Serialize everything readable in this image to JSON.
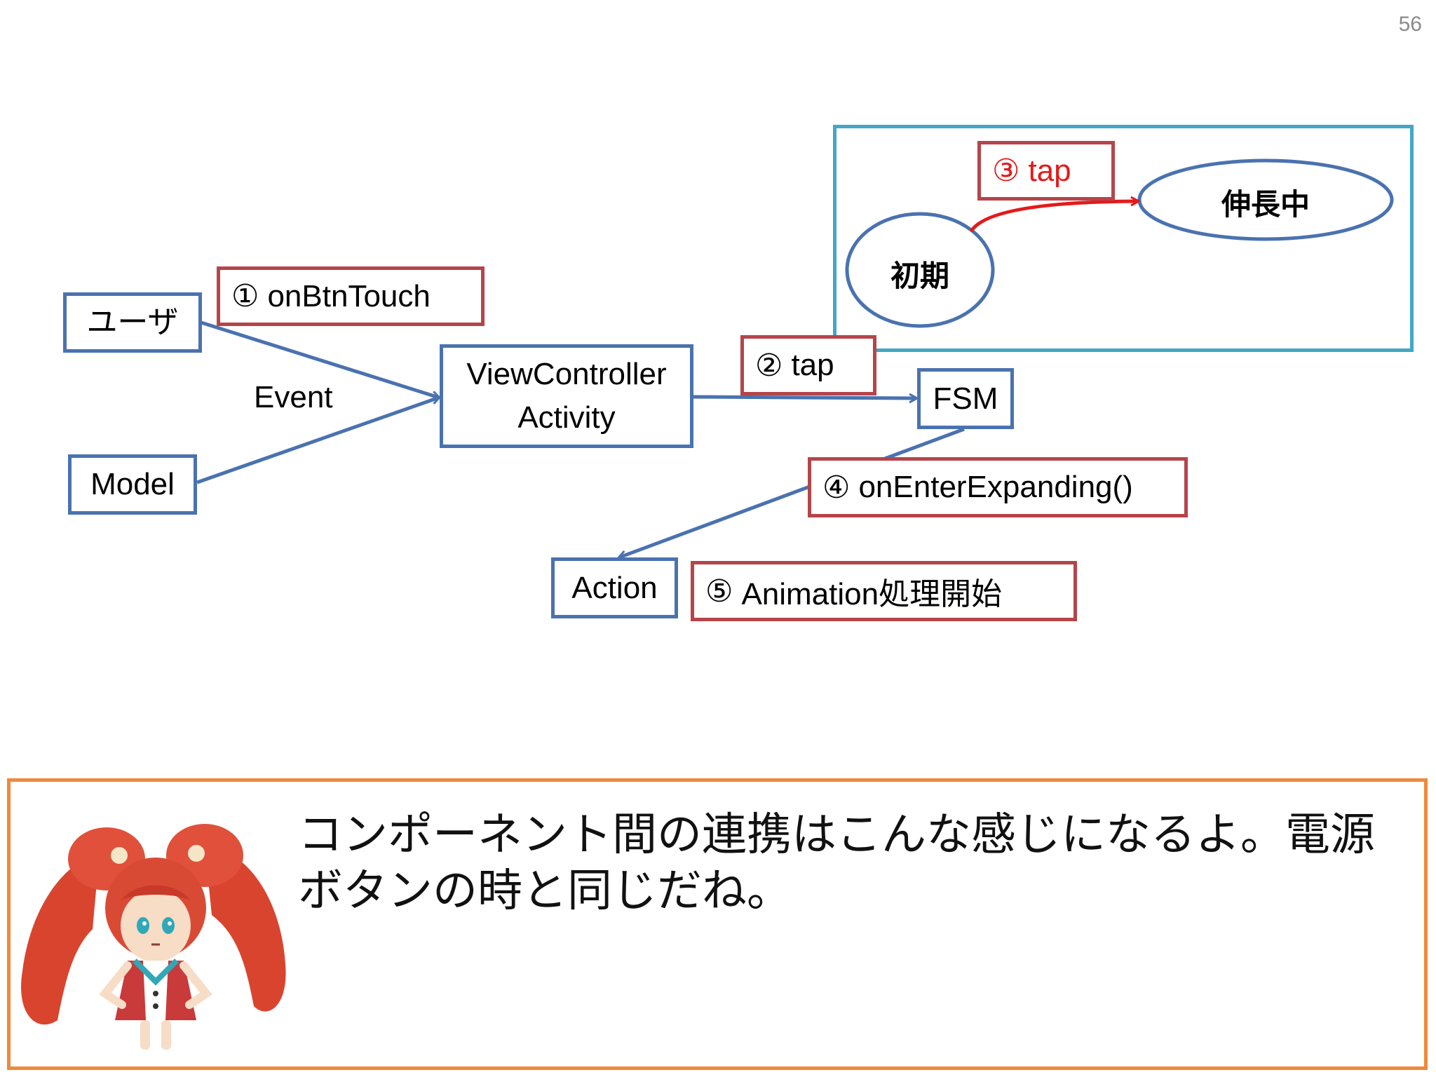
{
  "page_number": "56",
  "nodes": {
    "user": "ユーザ",
    "model": "Model",
    "view_controller_line1": "ViewController",
    "view_controller_line2": "Activity",
    "fsm": "FSM",
    "action": "Action"
  },
  "event_label": "Event",
  "steps": {
    "s1": {
      "num": "①",
      "text": "onBtnTouch"
    },
    "s2": {
      "num": "②",
      "text": "tap"
    },
    "s3": {
      "num": "③",
      "text": "tap"
    },
    "s4": {
      "num": "④",
      "text": "onEnterExpanding()"
    },
    "s5": {
      "num": "⑤",
      "text": "Animation処理開始"
    }
  },
  "states": {
    "initial": "初期",
    "expanding": "伸長中"
  },
  "speech": "コンポーネント間の連携はこんな感じになるよ。電源ボタンの時と同じだね。",
  "colors": {
    "node_border": "#4a72b0",
    "step_border": "#b5454a",
    "fsm_box_border": "#43a6c6",
    "transition_arrow": "#e41a1a",
    "speech_border": "#ef8a3a"
  }
}
